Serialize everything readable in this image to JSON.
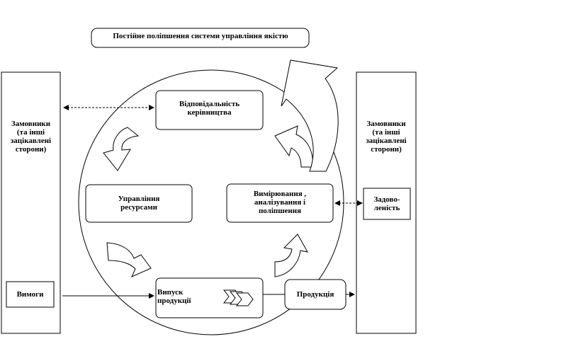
{
  "title": "Постійне поліпшення системи управління якістю",
  "left_panel": {
    "label": "Замовники\n(та інші\nзацікавлені\nсторони)",
    "inner_box": "Вимоги"
  },
  "right_panel": {
    "label": "Замовники\n(та інші\nзацікавлені\nсторони)",
    "inner_box": "Задово-\nленість"
  },
  "processes": {
    "management": "Відповідальність\nкерівництва",
    "resources": "Управління\nресурсами",
    "measurement": "Вимірювання ,\nаналізування і\nполіпшення",
    "product_realization": "Випуск\nпродукції"
  },
  "output_box": "Продукція"
}
